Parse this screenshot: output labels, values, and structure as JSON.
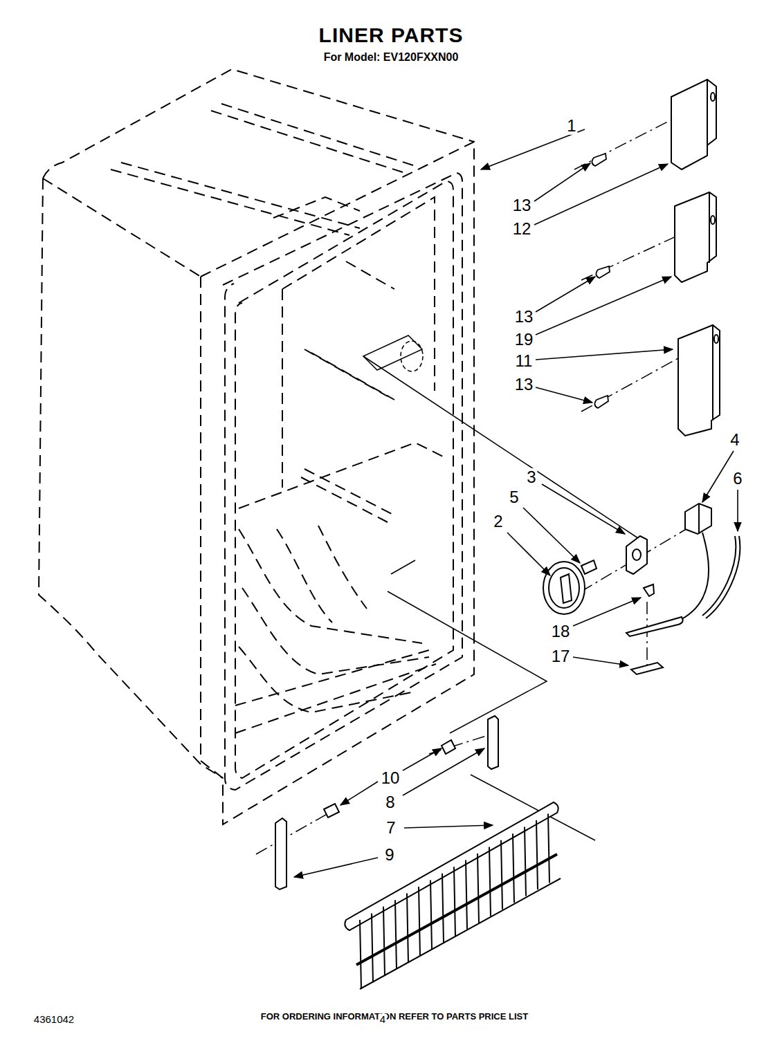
{
  "diagram": {
    "title": "LINER PARTS",
    "labels": [
      "For Model: EV120FXXN00",
      "1",
      "13",
      "12",
      "13",
      "19",
      "11",
      "13",
      "4",
      "6",
      "3",
      "5",
      "2",
      "18",
      "17",
      "10",
      "8",
      "7",
      "9",
      "FOR ORDERING INFORMATION REFER TO PARTS PRICE LIST",
      "4361042",
      "4"
    ]
  }
}
